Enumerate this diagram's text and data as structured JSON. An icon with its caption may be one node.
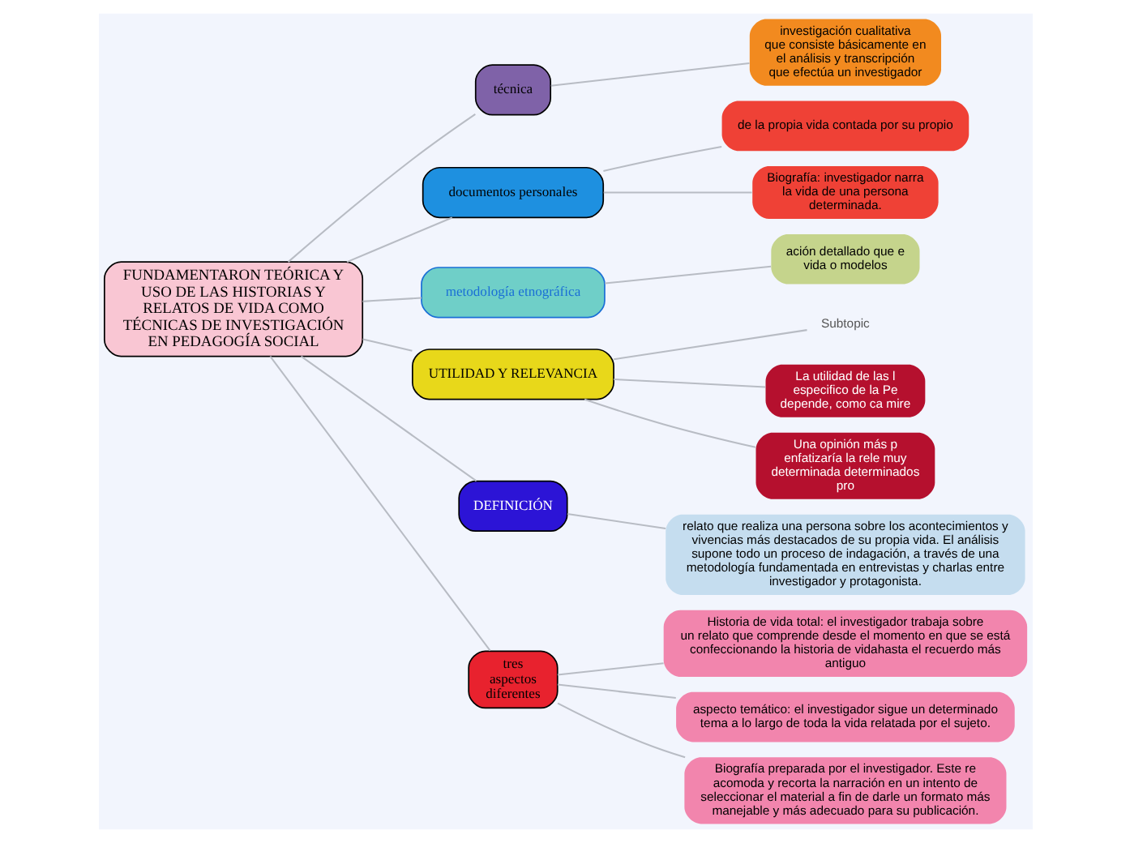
{
  "diagram": {
    "nodes": [
      {
        "text": [
          "FUNDAMENTARON TEÓRICA Y USO DE LAS HISTORIAS Y RELATOS DE VIDA COMO TÉCNICAS DE INVESTIGACIÓN EN PEDAGOGÍA SOCIAL"
        ]
      },
      {
        "text": [
          "técnica"
        ]
      },
      {
        "text": [
          "investigación cualitativa que consiste básicamente en el análisis y transcripción que efectúa un investigador"
        ]
      },
      {
        "text": [
          "documentos personales"
        ]
      },
      {
        "text": [
          "de la propia vida contada por su propio"
        ]
      },
      {
        "text": [
          "Biografía: investigador narra la vida de una persona determinada."
        ]
      },
      {
        "text": [
          "metodología etnográfica"
        ]
      },
      {
        "text": [
          "ación detallado que e vida o modelos"
        ]
      },
      {
        "text": [
          "UTILIDAD Y RELEVANCIA"
        ]
      },
      {
        "text": [
          "Subtopic"
        ]
      },
      {
        "text": [
          "La utilidad de las l especifico de la Pe depende, como ca mire"
        ]
      },
      {
        "text": [
          "Una opinión más p enfatizaría la rele muy determinada determinados pro"
        ]
      },
      {
        "text": [
          "DEFINICIÓN"
        ]
      },
      {
        "text": [
          "relato que realiza una persona sobre los acontecimientos y vivencias más destacados de su propia vida. El análisis supone todo un proceso de indagación, a través de una metodología fundamentada en entrevistas y charlas entre investigador y protagonista."
        ]
      },
      {
        "text": [
          "tres aspectos diferentes"
        ]
      },
      {
        "text": [
          "Historia de vida total: el investigador trabaja sobre un relato que comprende desde el momento en que se está confeccionando la historia de vidahasta el recuerdo más antiguo"
        ]
      },
      {
        "text": [
          "aspecto temático: el investigador sigue un determinado tema a lo largo de toda la vida relatada por el sujeto."
        ]
      },
      {
        "text": [
          "Biografía preparada por el investigador. Este re acomoda y recorta la narración en un intento de seleccionar el material a fin de darle un formato más manejable y más adecuado para su publicación."
        ]
      }
    ],
    "edges": [
      {
        "from": 0,
        "to": 1,
        "arrow": "none"
      },
      {
        "from": 1,
        "to": 2,
        "arrow": "none"
      },
      {
        "from": 0,
        "to": 3,
        "arrow": "none"
      },
      {
        "from": 3,
        "to": 4,
        "arrow": "none"
      },
      {
        "from": 3,
        "to": 5,
        "arrow": "none"
      },
      {
        "from": 0,
        "to": 6,
        "arrow": "none"
      },
      {
        "from": 6,
        "to": 7,
        "arrow": "none"
      },
      {
        "from": 0,
        "to": 8,
        "arrow": "none"
      },
      {
        "from": 8,
        "to": 9,
        "arrow": "none"
      },
      {
        "from": 8,
        "to": 10,
        "arrow": "none"
      },
      {
        "from": 8,
        "to": 11,
        "arrow": "none"
      },
      {
        "from": 0,
        "to": 12,
        "arrow": "none"
      },
      {
        "from": 12,
        "to": 13,
        "arrow": "none"
      },
      {
        "from": 0,
        "to": 14,
        "arrow": "none"
      },
      {
        "from": 14,
        "to": 15,
        "arrow": "none"
      },
      {
        "from": 14,
        "to": 16,
        "arrow": "none"
      },
      {
        "from": 14,
        "to": 17,
        "arrow": "none"
      }
    ]
  }
}
